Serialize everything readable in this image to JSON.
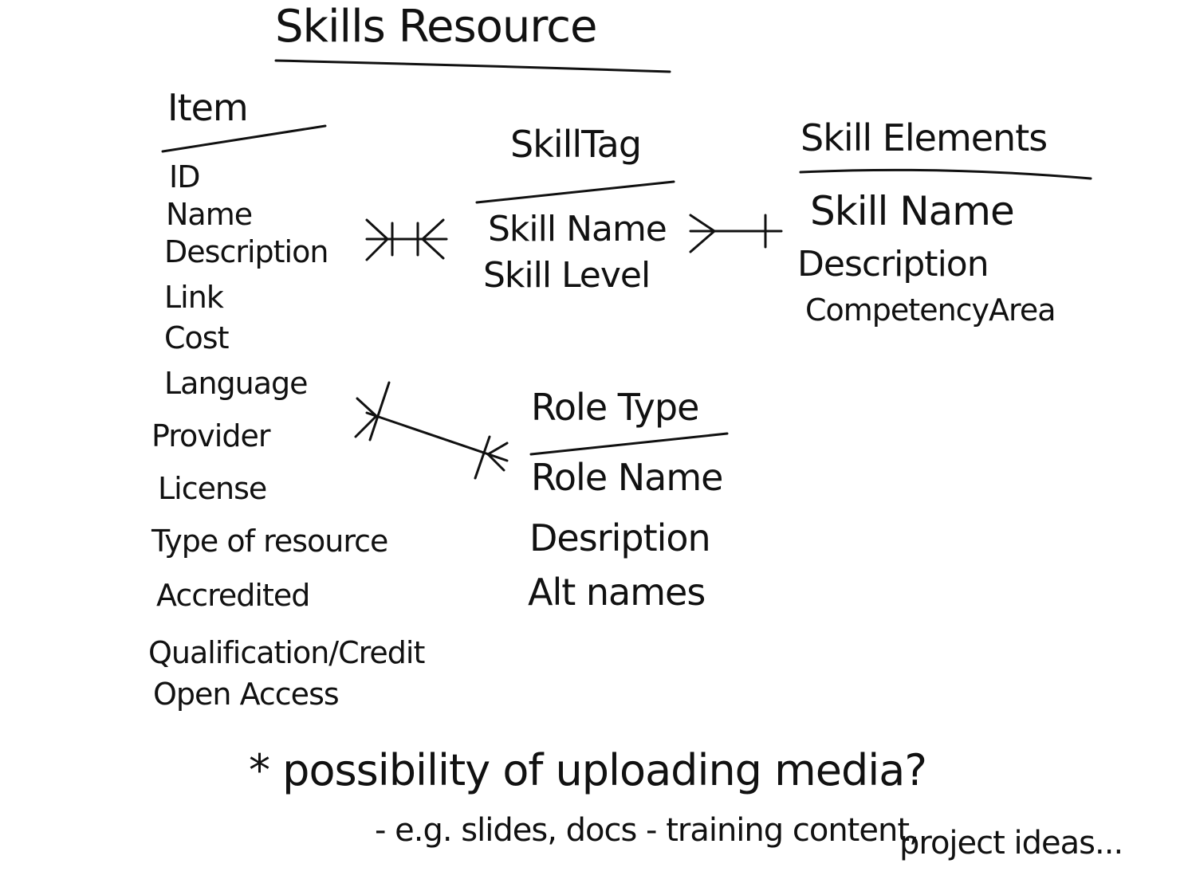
{
  "title": "Skills Resource",
  "entities": {
    "item": {
      "name": "Item",
      "fields": [
        "ID",
        "Name",
        "Description",
        "Link",
        "Cost",
        "Language",
        "Provider",
        "License",
        "Type of resource",
        "Accredited",
        "Qualification/Credit",
        "Open Access"
      ]
    },
    "skill_tag": {
      "name": "SkillTag",
      "fields": [
        "Skill Name",
        "Skill Level"
      ]
    },
    "skill_elements": {
      "name": "Skill Elements",
      "fields": [
        "Skill Name",
        "Description",
        "CompetencyArea"
      ]
    },
    "role_type": {
      "name": "Role Type",
      "fields": [
        "Role Name",
        "Desription",
        "Alt names"
      ]
    }
  },
  "relationships": [
    {
      "from": "Item",
      "to": "SkillTag",
      "notation": "many-to-many"
    },
    {
      "from": "SkillTag",
      "to": "Skill Elements",
      "notation": "many-to-one"
    },
    {
      "from": "Item",
      "to": "Role Type",
      "notation": "many-to-many"
    }
  ],
  "note": {
    "line1": "* possibility of uploading media?",
    "line2": "- e.g. slides, docs - training content,",
    "line3": "project ideas..."
  }
}
